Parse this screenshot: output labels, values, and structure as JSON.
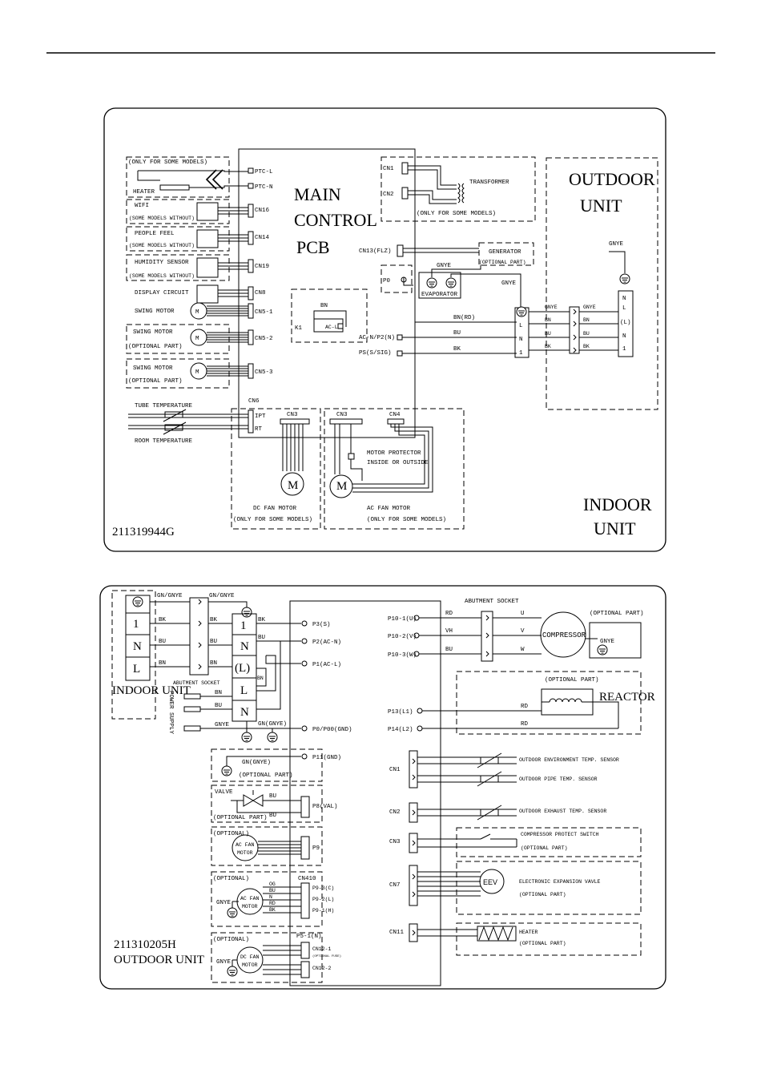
{
  "indoor": {
    "code": "211319944G",
    "main_pcb": [
      "MAIN",
      "CONTROL",
      "PCB"
    ],
    "outdoor_unit": [
      "OUTDOOR",
      "UNIT"
    ],
    "indoor_unit": [
      "INDOOR",
      "UNIT"
    ],
    "heater_note": "(ONLY FOR SOME MODELS)",
    "heater": "HEATER",
    "ptc_l": "PTC-L",
    "ptc_n": "PTC-N",
    "wifi": "WIFI",
    "wifi_note": "(SOME MODELS WITHOUT)",
    "cn16": "CN16",
    "people_feel": "PEOPLE FEEL",
    "people_note": "(SOME MODELS WITHOUT)",
    "cn14": "CN14",
    "humidity": "HUMIDITY SENSOR",
    "humidity_note": "(SOME MODELS WITHOUT)",
    "cn19": "CN19",
    "display": "DISPLAY CIRCUIT",
    "cn8": "CN8",
    "swing_motor": "SWING MOTOR",
    "optional_part": "(OPTIONAL PART)",
    "cn5_1": "CN5-1",
    "cn5_2": "CN5-2",
    "cn5_3": "CN5-3",
    "cn6": "CN6",
    "tube_temp": "TUBE TEMPERATURE",
    "room_temp": "ROOM TEMPERATURE",
    "ipt": "IPT",
    "rt": "RT",
    "cn1": "CN1",
    "cn2": "CN2",
    "transformer": "TRANSFORMER",
    "transformer_note": "(ONLY FOR SOME MODELS)",
    "cn13": "CN13(FLZ)",
    "generator": "GENERATOR",
    "generator_note": "(OPTIONAL PART)",
    "gnye": "GNYE",
    "p0": "P0",
    "evaporator": "EVAPORATOR",
    "k1": "K1",
    "bn": "BN",
    "ac_l": "AC-L",
    "ac_n": "AC-N/P2(N)",
    "ps": "PS(S/SIG)",
    "bn_rd": "BN(RD)",
    "bu": "BU",
    "bk": "BK",
    "term_l": "L",
    "term_n": "N",
    "term_1": "1",
    "out_terms": [
      "N",
      "L",
      "(L)",
      "N",
      "1"
    ],
    "cn3": "CN3",
    "cn4": "CN4",
    "motor_protector": [
      "MOTOR PROTECTOR",
      "INSIDE OR OUTSIDE"
    ],
    "dc_fan": "DC FAN MOTOR",
    "some_models": "(ONLY FOR SOME MODELS)",
    "ac_fan": "AC FAN MOTOR",
    "m": "M"
  },
  "outdoor": {
    "code": "211310205H",
    "outdoor_unit": "OUTDOOR UNIT",
    "indoor_unit": "INDOOR UNIT",
    "power_supply": "POWER SUPPLY",
    "abutment_socket": "ABUTMENT SOCKET",
    "gn_gnye": "GN/GNYE",
    "gn_gnye2": "GN(GNYE)",
    "bk": "BK",
    "bu": "BU",
    "bn": "BN",
    "gnye": "GNYE",
    "terms_left": [
      "1",
      "N",
      "L"
    ],
    "terms_right": [
      "1",
      "N",
      "(L)",
      "L",
      "N"
    ],
    "p3": "P3(S)",
    "p2": "P2(AC-N)",
    "p1": "P1(AC-L)",
    "p0": "P0/P00(GND)",
    "p11": "P11(GND)",
    "optional_part": "(OPTIONAL PART)",
    "valve": "VALVE",
    "p8": "P8(VAL)",
    "optional": "(OPTIONAL)",
    "p9": "P9",
    "cn410": "CN410",
    "p9_3": "P9-3(C)",
    "p9_2": "P9-2(L)",
    "p9_1": "P9-1(H)",
    "wire_og": "OG",
    "wire_rd": "RD",
    "wire_n": "N",
    "ac_fan": [
      "AC FAN",
      "MOTOR"
    ],
    "dc_fan": [
      "DC FAN",
      "MOTOR"
    ],
    "p5_1": "P5-1(N)",
    "cn12_1": "CN12-1",
    "cn12_2": "CN12-2",
    "cn12_note": "(OPTIONAL FUSE)",
    "p10_1": "P10-1(U)",
    "p10_2": "P10-2(V)",
    "p10_3": "P10-3(W)",
    "rd": "RD",
    "vh": "VH",
    "u": "U",
    "v": "V",
    "w": "W",
    "compressor": "COMPRESSOR",
    "optional_part2": "(OPTIONAL PART)",
    "reactor": "REACTOR",
    "p13": "P13(L1)",
    "p14": "P14(L2)",
    "cn1": "CN1",
    "env_sensor": "OUTDOOR ENVIRONMENT TEMP. SENSOR",
    "pipe_sensor": "OUTDOOR PIPE TEMP. SENSOR",
    "cn2": "CN2",
    "exhaust_sensor": "OUTDOOR EXHAUST TEMP. SENSOR",
    "cn3": "CN3",
    "protect_switch": "COMPRESSOR PROTECT SWITCH",
    "cn7": "CN7",
    "eev": "EEV",
    "eev_label": "ELECTRONIC EXPANSION VAVLE",
    "cn11": "CN11",
    "heater": "HEATER"
  }
}
